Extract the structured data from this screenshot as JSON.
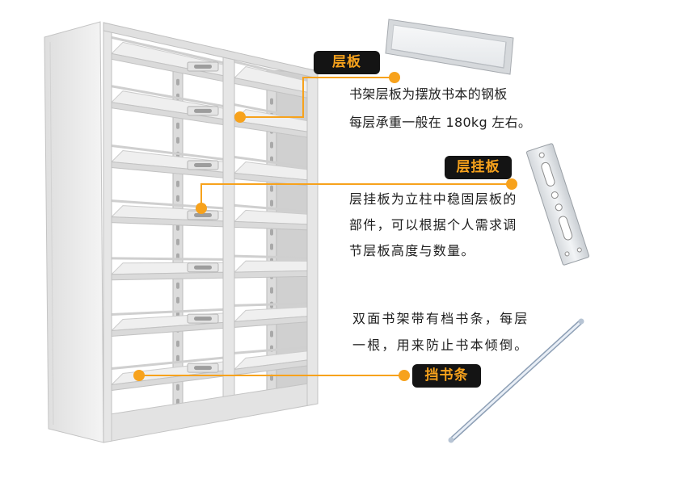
{
  "callouts": [
    {
      "label": "层板",
      "lines": [
        "书架层板为摆放书本的钢板",
        "每层承重一般在 180kg 左右。"
      ]
    },
    {
      "label": "层挂板",
      "lines": [
        "层挂板为立柱中稳固层板的",
        "部件，可以根据个人需求调",
        "节层板高度与数量。"
      ]
    },
    {
      "label": "挡书条",
      "lines": [
        "双面书架带有档书条，每层",
        "一根，用来防止书本倾倒。"
      ]
    }
  ],
  "colors": {
    "accent": "#f7a21c",
    "label_bg": "#141414",
    "text": "#1e1e1e",
    "background": "#ffffff"
  },
  "icons": {
    "main": "bookshelf-illustration",
    "shelf_board": "shelf-board-image",
    "hanging_plate": "hanging-plate-image",
    "book_stop_bar": "book-stop-bar-image"
  }
}
